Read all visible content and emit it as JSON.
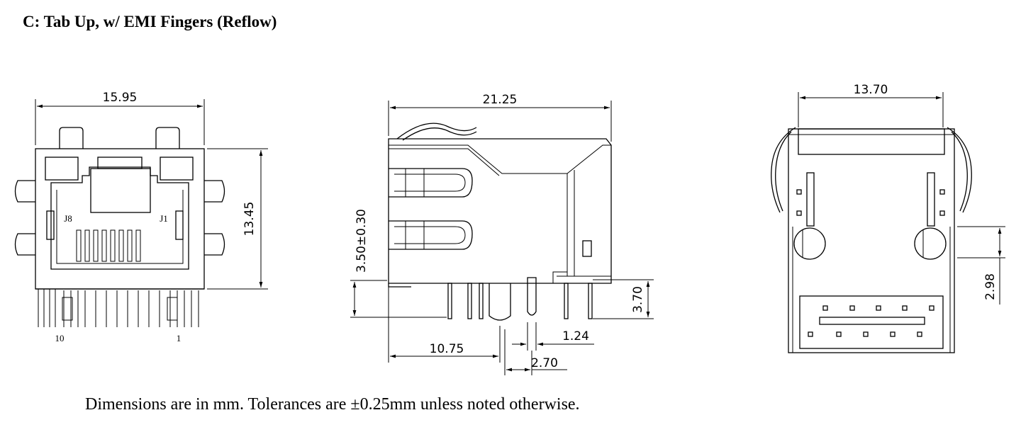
{
  "header": {
    "title": "C: Tab Up, w/ EMI Fingers (Reflow)"
  },
  "front_view": {
    "width_dim": "15.95",
    "height_dim": "13.45",
    "label_j8": "J8",
    "label_j1": "J1",
    "pin_left": "10",
    "pin_right": "1"
  },
  "side_view": {
    "length_dim": "21.25",
    "pin_height_dim": "3.50±0.30",
    "standoff_dim": "3.70",
    "offset_dim": "10.75",
    "pitch_dim": "1.24",
    "pin_spacing_dim": "2.70"
  },
  "bottom_view": {
    "width_dim": "13.70",
    "post_dim": "2.98"
  },
  "footer": {
    "note": "Dimensions are in mm. Tolerances are ±0.25mm unless noted otherwise."
  }
}
